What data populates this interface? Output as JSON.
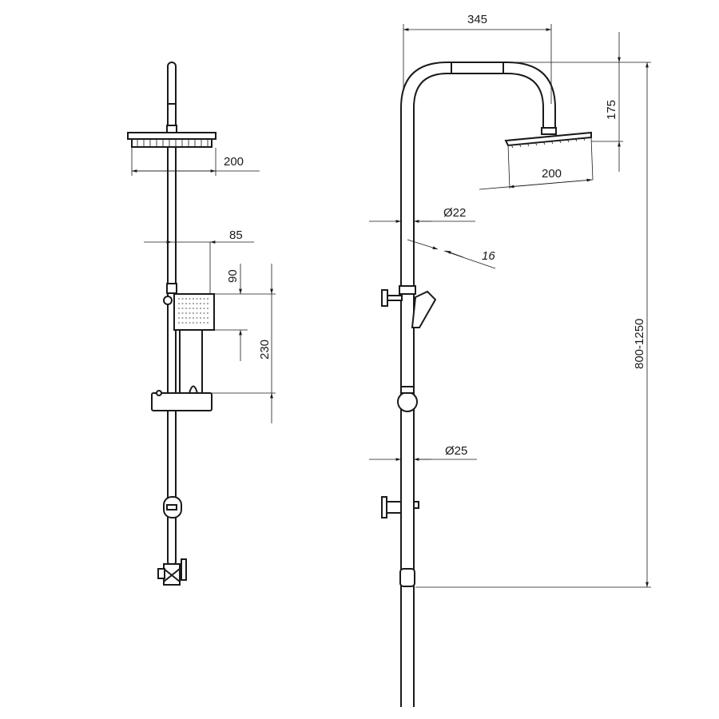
{
  "front_view": {
    "head_width": "200",
    "arm_offset": "85",
    "handshower_height": "90",
    "holder_distance": "230"
  },
  "side_view": {
    "arm_reach": "345",
    "head_drop": "175",
    "head_width": "200",
    "upper_pipe_diameter": "Ø22",
    "handshower_thickness": "16",
    "lower_pipe_diameter": "Ø25",
    "height_range": "800-1250"
  },
  "colors": {
    "line": "#1a1a1a",
    "background": "#ffffff"
  }
}
